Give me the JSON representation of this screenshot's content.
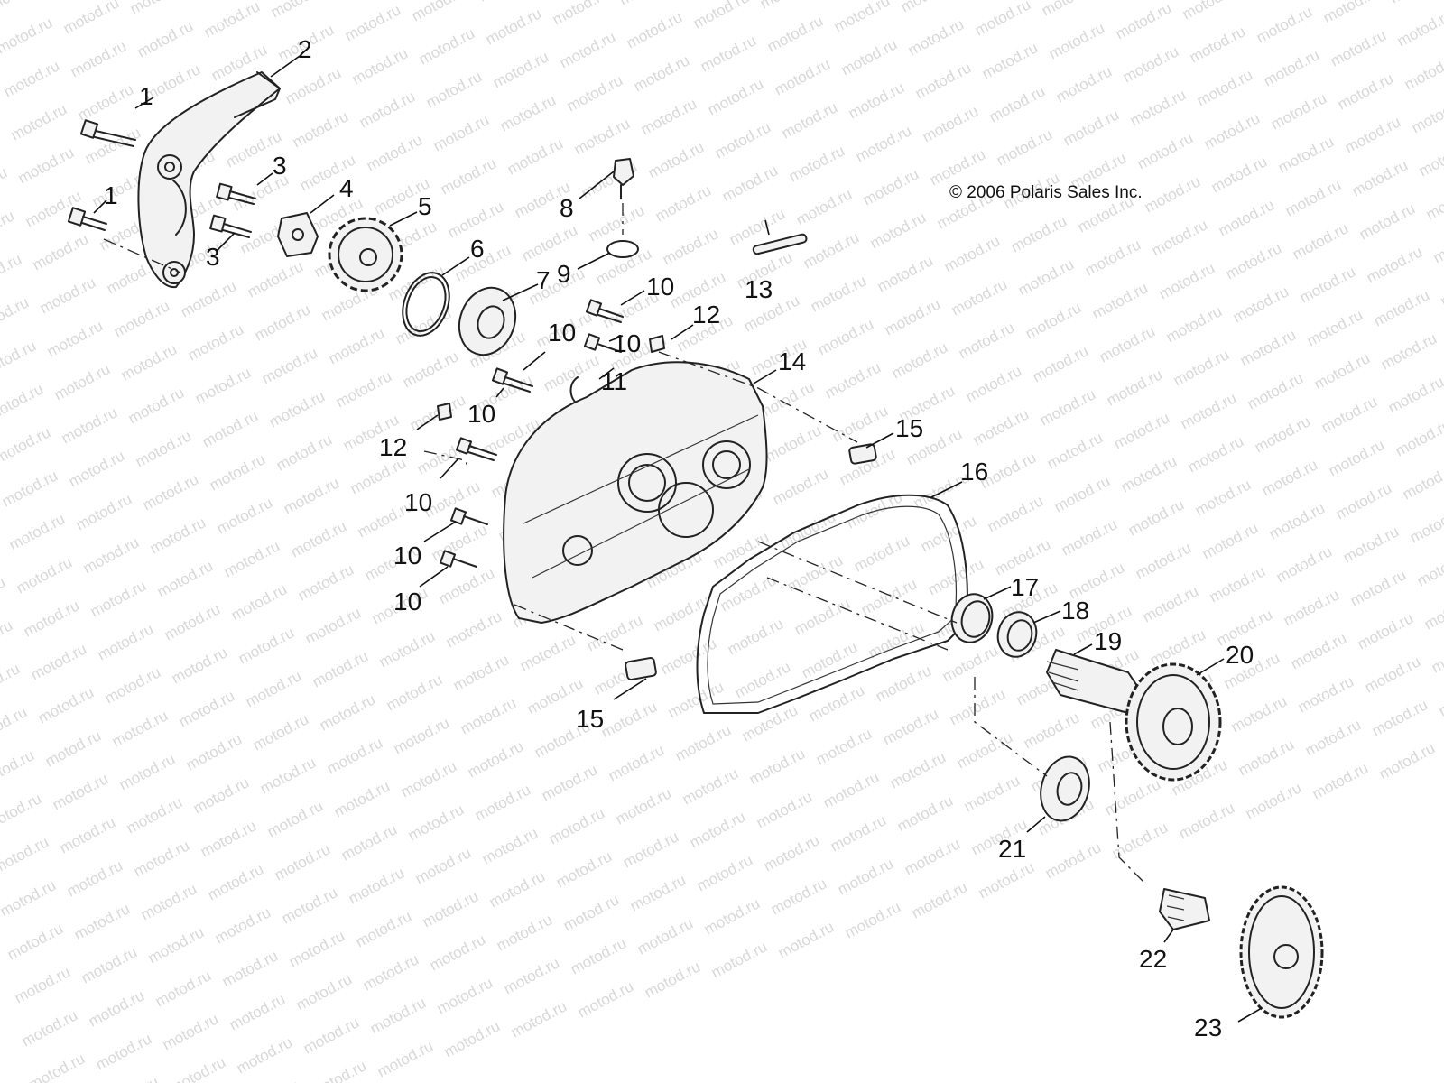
{
  "copyright": "© 2006 Polaris Sales Inc.",
  "watermark_text": "motod.ru",
  "parts": [
    {
      "id": "part-1a",
      "label": "1"
    },
    {
      "id": "part-1b",
      "label": "1"
    },
    {
      "id": "part-2",
      "label": "2"
    },
    {
      "id": "part-3a",
      "label": "3"
    },
    {
      "id": "part-3b",
      "label": "3"
    },
    {
      "id": "part-4",
      "label": "4"
    },
    {
      "id": "part-5",
      "label": "5"
    },
    {
      "id": "part-6",
      "label": "6"
    },
    {
      "id": "part-7",
      "label": "7"
    },
    {
      "id": "part-8",
      "label": "8"
    },
    {
      "id": "part-9",
      "label": "9"
    },
    {
      "id": "part-10a",
      "label": "10"
    },
    {
      "id": "part-10b",
      "label": "10"
    },
    {
      "id": "part-10c",
      "label": "10"
    },
    {
      "id": "part-10d",
      "label": "10"
    },
    {
      "id": "part-10e",
      "label": "10"
    },
    {
      "id": "part-10f",
      "label": "10"
    },
    {
      "id": "part-10g",
      "label": "10"
    },
    {
      "id": "part-11",
      "label": "11"
    },
    {
      "id": "part-12a",
      "label": "12"
    },
    {
      "id": "part-12b",
      "label": "12"
    },
    {
      "id": "part-13",
      "label": "13"
    },
    {
      "id": "part-14",
      "label": "14"
    },
    {
      "id": "part-15a",
      "label": "15"
    },
    {
      "id": "part-15b",
      "label": "15"
    },
    {
      "id": "part-16",
      "label": "16"
    },
    {
      "id": "part-17",
      "label": "17"
    },
    {
      "id": "part-18",
      "label": "18"
    },
    {
      "id": "part-19",
      "label": "19"
    },
    {
      "id": "part-20",
      "label": "20"
    },
    {
      "id": "part-21",
      "label": "21"
    },
    {
      "id": "part-22",
      "label": "22"
    },
    {
      "id": "part-23",
      "label": "23"
    }
  ]
}
